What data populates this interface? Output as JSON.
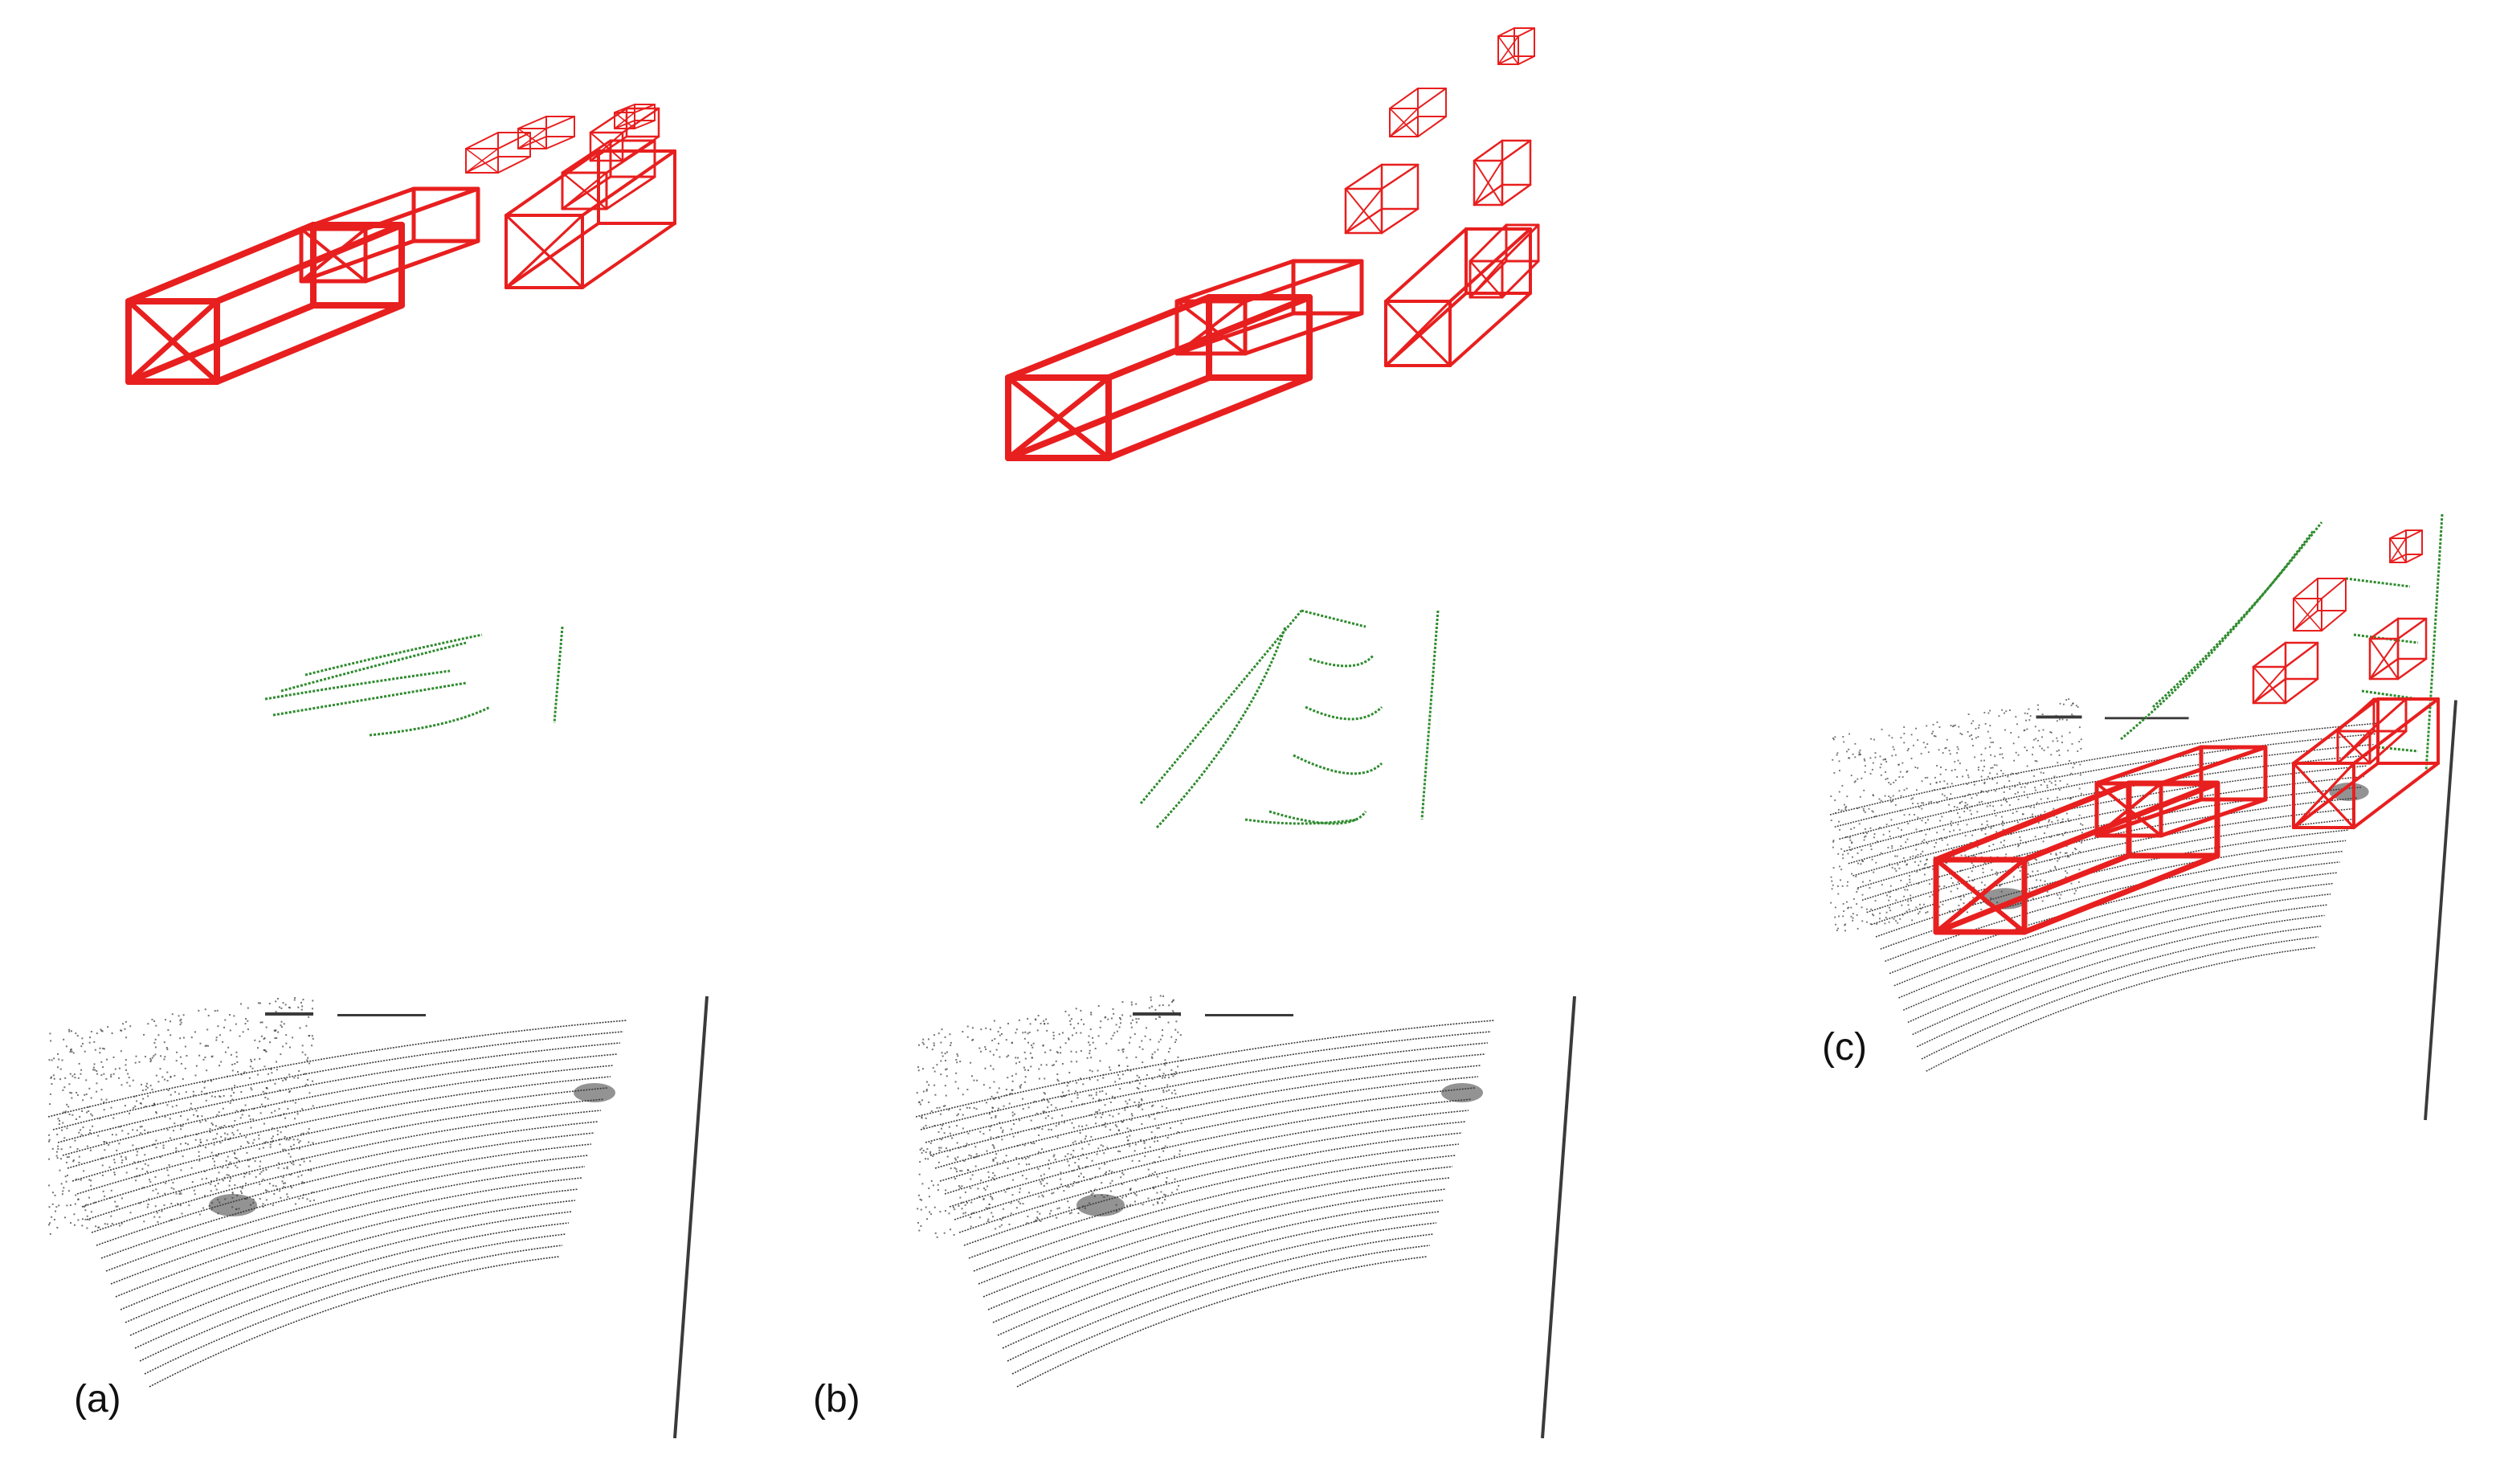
{
  "figure": {
    "panel_labels": {
      "a": "(a)",
      "b": "(b)",
      "c": "(c)"
    }
  },
  "colors": {
    "box": "#e81f1f",
    "points_filtered": "#2e8b2e",
    "points_raw": "#3a3a3a",
    "label": "#111111",
    "background": "#ffffff"
  }
}
